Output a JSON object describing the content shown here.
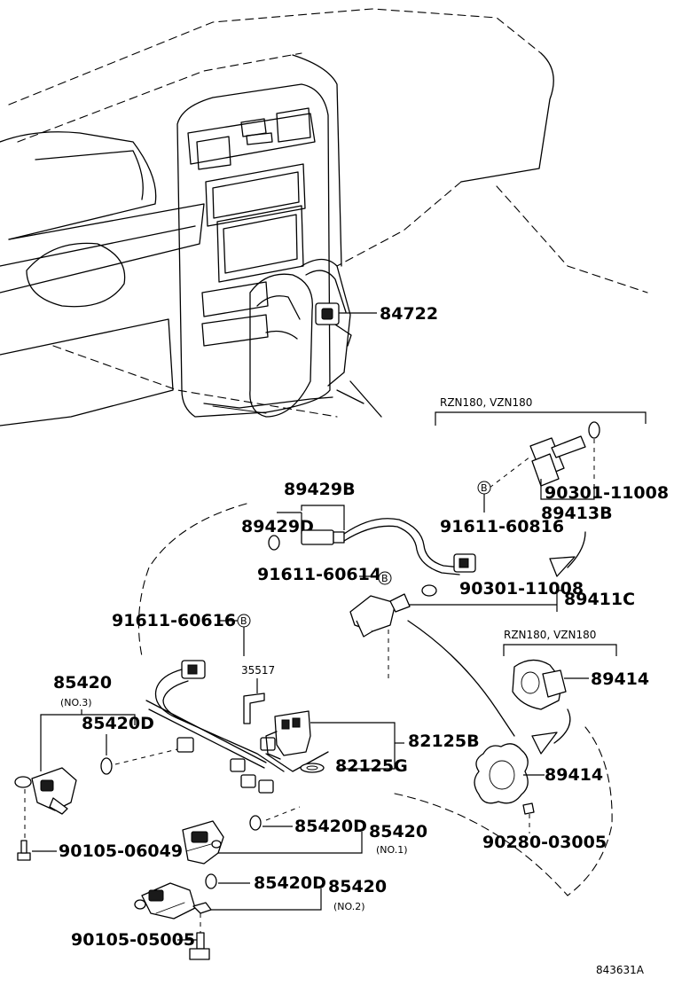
{
  "labels": {
    "p84722": "84722",
    "model_note_1": "RZN180, VZN180",
    "p90301_a": "90301-11008",
    "p91611_60816": "91611-60816",
    "p89413B": "89413B",
    "p89429B": "89429B",
    "p89429D": "89429D",
    "p91611_60614": "91611-60614",
    "p90301_b": "90301-11008",
    "p89411C": "89411C",
    "p91611_60616": "91611-60616",
    "p35517": "35517",
    "model_note_2": "RZN180, VZN180",
    "p89414_a": "89414",
    "p85420_no3": "85420",
    "no3": "(NO.3)",
    "p85420D_a": "85420D",
    "p82125B": "82125B",
    "p82125G": "82125G",
    "p89414_b": "89414",
    "p85420D_b": "85420D",
    "p85420_no1": "85420",
    "no1": "(NO.1)",
    "p90105_06049": "90105-06049",
    "p90280_03005": "90280-03005",
    "p85420D_c": "85420D",
    "p85420_no2": "85420",
    "no2": "(NO.2)",
    "p90105_05005": "90105-05005",
    "diagram_code": "843631A",
    "circle_b": "B"
  }
}
